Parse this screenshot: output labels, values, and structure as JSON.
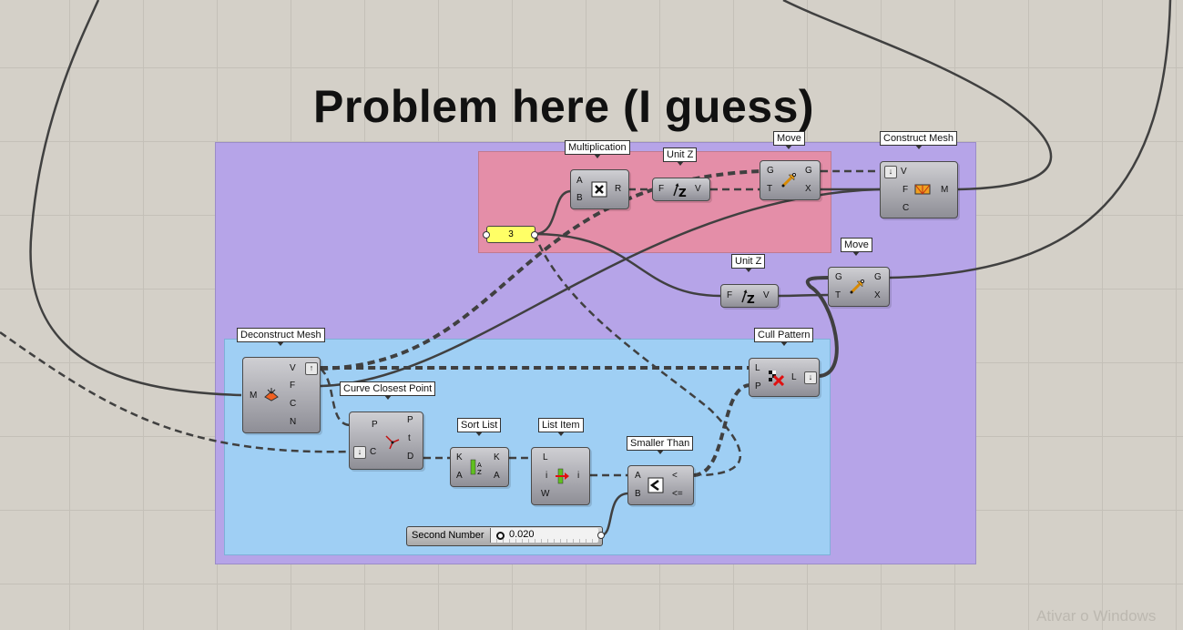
{
  "title": "Problem here (I guess)",
  "components": {
    "multiplication": {
      "label": "Multiplication",
      "inputs": [
        "A",
        "B"
      ],
      "outputs": [
        "R"
      ]
    },
    "unit_z_top": {
      "label": "Unit Z",
      "inputs": [
        "F"
      ],
      "outputs": [
        "V"
      ]
    },
    "move_top": {
      "label": "Move",
      "inputs": [
        "G",
        "T"
      ],
      "outputs": [
        "G",
        "X"
      ]
    },
    "construct_mesh": {
      "label": "Construct Mesh",
      "inputs": [
        "V",
        "F",
        "C"
      ],
      "outputs": [
        "M"
      ]
    },
    "unit_z_mid": {
      "label": "Unit Z",
      "inputs": [
        "F"
      ],
      "outputs": [
        "V"
      ]
    },
    "move_mid": {
      "label": "Move",
      "inputs": [
        "G",
        "T"
      ],
      "outputs": [
        "G",
        "X"
      ]
    },
    "deconstruct_mesh": {
      "label": "Deconstruct Mesh",
      "inputs": [
        "M"
      ],
      "outputs": [
        "V",
        "F",
        "C",
        "N"
      ]
    },
    "cull_pattern": {
      "label": "Cull Pattern",
      "inputs": [
        "L",
        "P"
      ],
      "outputs": [
        "L"
      ]
    },
    "curve_closest_point": {
      "label": "Curve Closest Point",
      "inputs": [
        "P",
        "C"
      ],
      "outputs": [
        "P",
        "t",
        "D"
      ]
    },
    "sort_list": {
      "label": "Sort List",
      "inputs": [
        "K",
        "A"
      ],
      "outputs": [
        "K",
        "A"
      ]
    },
    "list_item": {
      "label": "List Item",
      "inputs": [
        "L",
        "i",
        "W"
      ],
      "outputs": [
        "i"
      ]
    },
    "smaller_than": {
      "label": "Smaller Than",
      "inputs": [
        "A",
        "B"
      ],
      "outputs": [
        "<",
        "<="
      ]
    }
  },
  "number_slider": {
    "value": "3"
  },
  "second_number": {
    "label": "Second Number",
    "value": "0.020"
  },
  "watermark": "Ativar o Windows",
  "colors": {
    "background": "#d4d0c8",
    "group_purple": "#b6a4e8",
    "group_pink": "#e48ea8",
    "group_blue": "#9fcff4",
    "slider": "#ffff66"
  }
}
